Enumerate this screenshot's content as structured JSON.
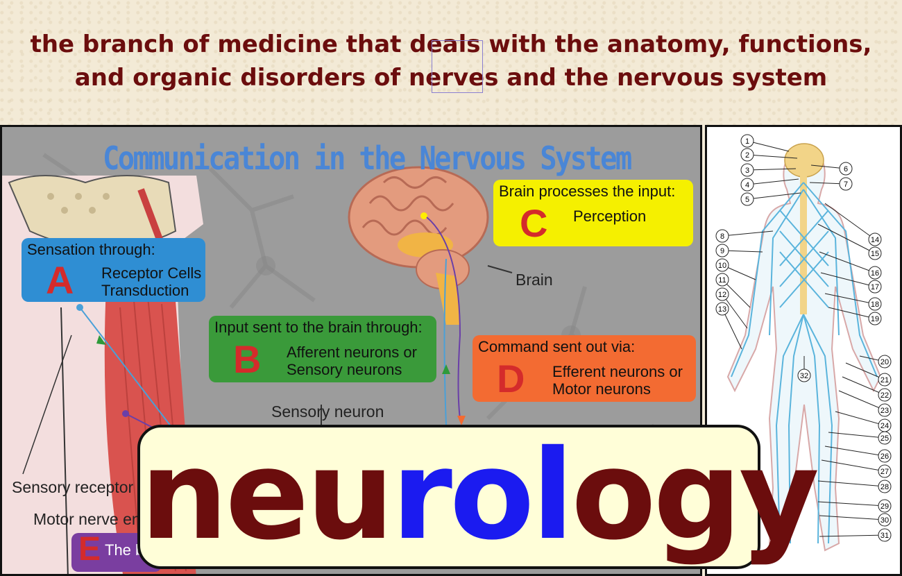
{
  "definition": {
    "line1": "the branch of medicine  that deals with the anatomy, functions,",
    "line2": "and organic disorders of nerves and the nervous system"
  },
  "diagram": {
    "title": "Communication in the Nervous System",
    "box_a": {
      "heading": "Sensation through:",
      "letter": "A",
      "line1": "Receptor Cells",
      "line2": "Transduction",
      "color": "#2f8ed3"
    },
    "box_b": {
      "heading": "Input sent to the brain through:",
      "letter": "B",
      "line1": "Afferent neurons or",
      "line2": "Sensory neurons",
      "color": "#3a9a3a"
    },
    "box_c": {
      "heading": "Brain processes the input:",
      "letter": "C",
      "line1": "Perception",
      "color": "#f5f000"
    },
    "box_d": {
      "heading": "Command sent out via:",
      "letter": "D",
      "line1": "Efferent neurons or",
      "line2": "Motor neurons",
      "color": "#f36b32"
    },
    "box_e": {
      "letter": "E",
      "text": "The b",
      "color": "#7a3ea0"
    },
    "labels": {
      "brain": "Brain",
      "sensory_neuron": "Sensory neuron",
      "sensory_receptor": "Sensory receptor",
      "motor_nerve": "Motor nerve en"
    }
  },
  "body_chart": {
    "left_numbers": [
      "1",
      "2",
      "3",
      "4",
      "5",
      "8",
      "9",
      "10",
      "11",
      "12",
      "13"
    ],
    "right_numbers": [
      "6",
      "7",
      "14",
      "15",
      "16",
      "17",
      "18",
      "19",
      "20",
      "21",
      "22",
      "23",
      "24",
      "25",
      "26",
      "27",
      "28",
      "29",
      "30",
      "31"
    ],
    "center_number": "32"
  },
  "word": {
    "part1": "neu",
    "part2": "rol",
    "part3": "ogy"
  }
}
